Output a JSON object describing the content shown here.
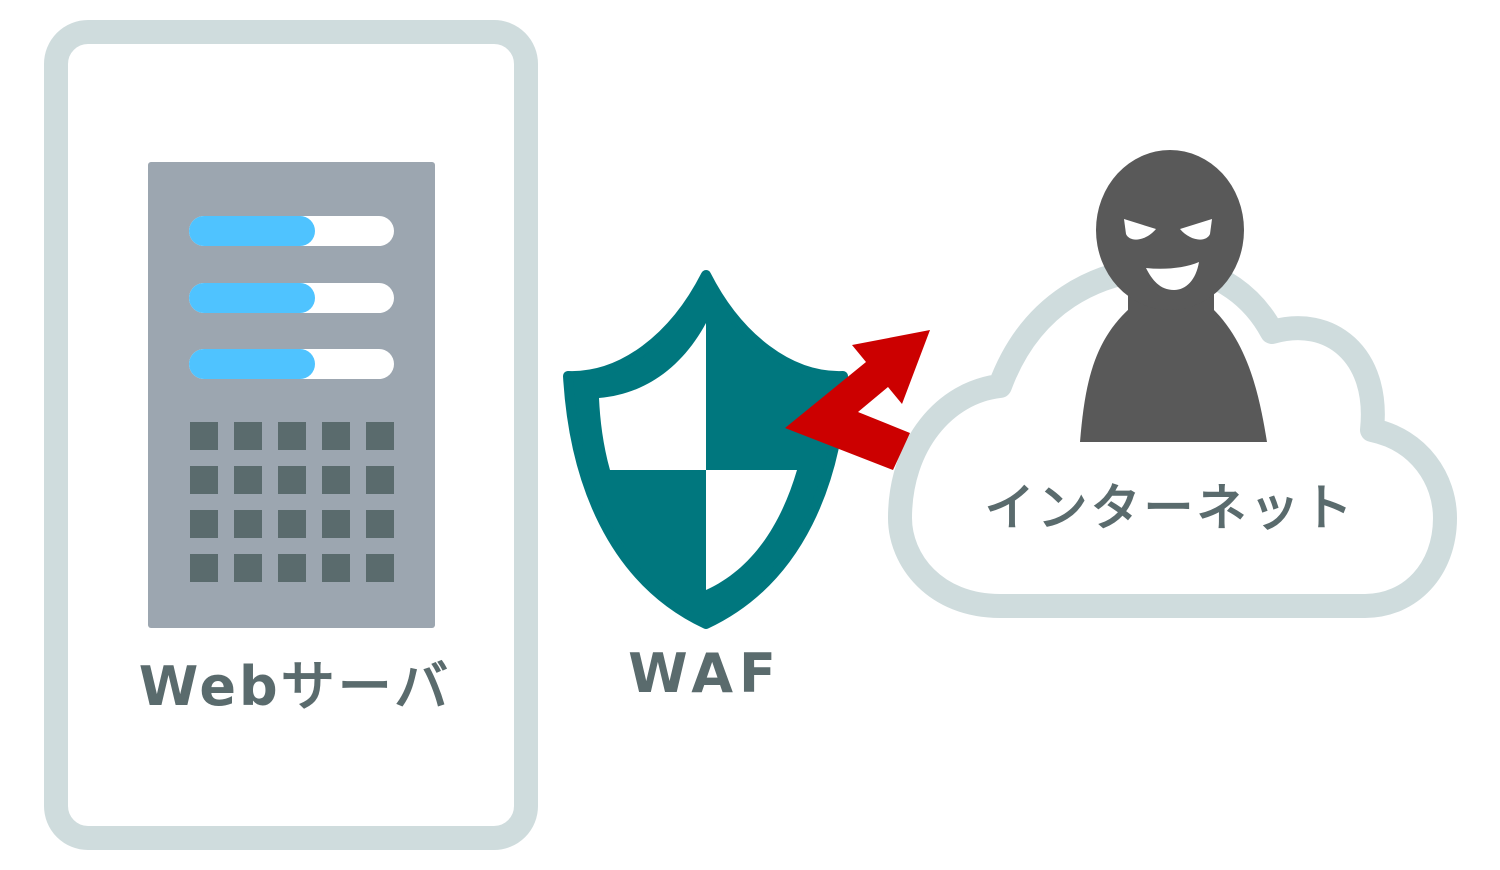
{
  "labels": {
    "server": "Webサーバ",
    "waf": "WAF",
    "internet": "インターネット"
  },
  "colors": {
    "frame": "#cfdcdd",
    "server_body": "#9ca6b0",
    "server_led": "#4fc3ff",
    "server_grid": "#5a6b6d",
    "shield": "#00777e",
    "attack_arrow": "#cc0000",
    "attacker": "#595959",
    "label_text": "#5a6b6d"
  },
  "icons": {
    "server": "server-icon",
    "shield": "shield-icon",
    "arrow": "attack-arrow-icon",
    "cloud": "cloud-icon",
    "attacker": "hacker-icon"
  }
}
